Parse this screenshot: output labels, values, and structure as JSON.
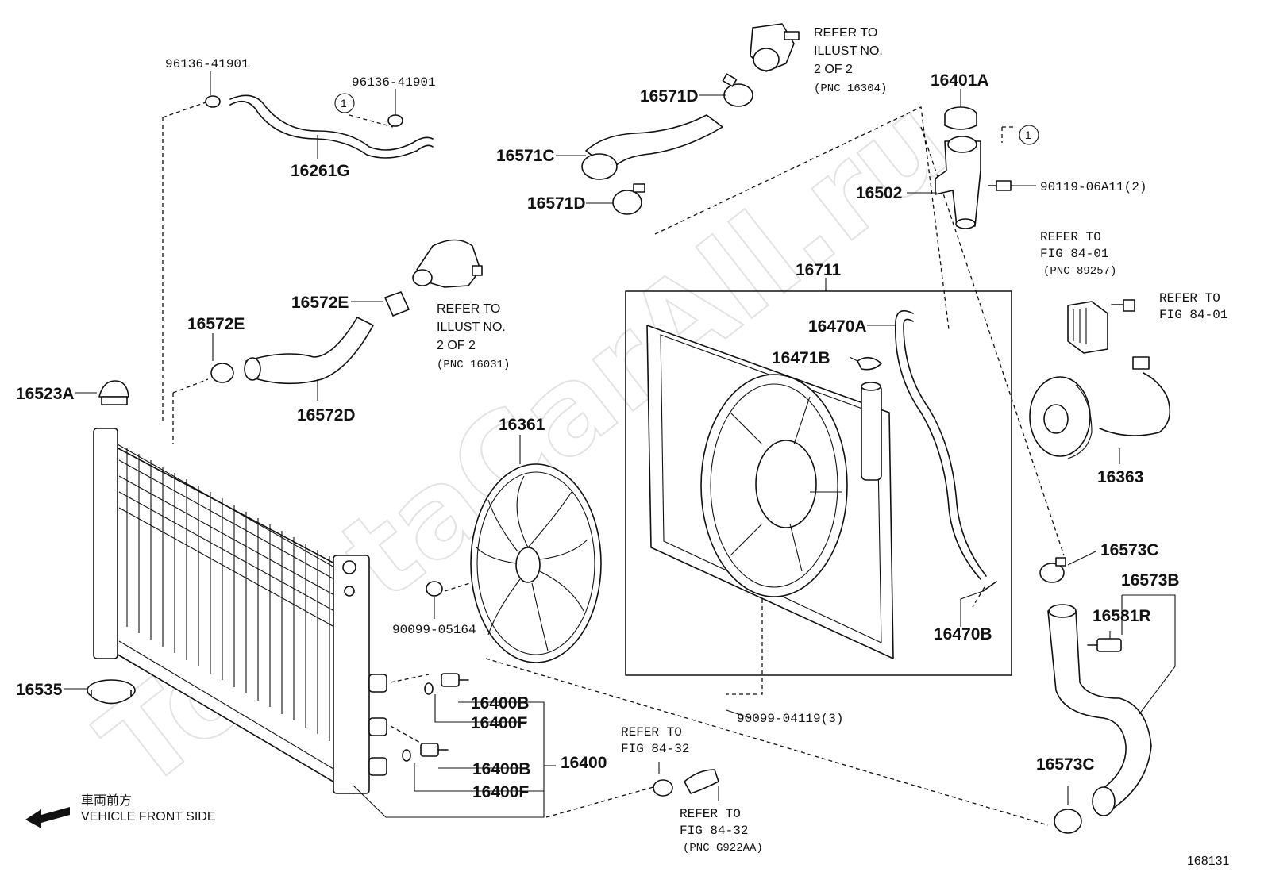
{
  "watermark": "ToyotaCarAll.ru",
  "figure_number": "168131",
  "ref_mark": "1",
  "labels": {
    "clip_a": "96136-41901",
    "clip_b": "96136-41901",
    "hose_16261G": "16261G",
    "clamp_16571D_top": "16571D",
    "hose_16571C": "16571C",
    "clamp_16571D_bottom": "16571D",
    "cap_16401A": "16401A",
    "inlet_16502": "16502",
    "bolt_90119": "90119-06A11(2)",
    "clamp_16572E_right": "16572E",
    "clamp_16572E_left": "16572E",
    "hose_16572D": "16572D",
    "cap_16523A": "16523A",
    "shroud_16711": "16711",
    "hose_16470A": "16470A",
    "clamp_16471B": "16471B",
    "fan_16361": "16361",
    "motor_16363": "16363",
    "nut_90099_05164": "90099-05164",
    "cushion_16535": "16535",
    "clamp_16573C_top": "16573C",
    "hose_16573B": "16573B",
    "drain_16581R": "16581R",
    "hose_16470B": "16470B",
    "plug_16400B_a": "16400B",
    "gasket_16400F_a": "16400F",
    "radiator_16400": "16400",
    "plug_16400B_b": "16400B",
    "gasket_16400F_b": "16400F",
    "bolt_90099_04119": "90099-04119(3)",
    "clamp_16573C_bottom": "16573C"
  },
  "refer_notes": {
    "illust_16304": [
      "REFER TO",
      "ILLUST NO.",
      "2 OF 2",
      "(PNC 16304)"
    ],
    "illust_16031": [
      "REFER TO",
      "ILLUST NO.",
      "2 OF 2",
      "(PNC 16031)"
    ],
    "fig_89257": [
      "REFER TO",
      "FIG 84-01",
      "(PNC 89257)"
    ],
    "fig_84_01": [
      "REFER TO",
      "FIG 84-01"
    ],
    "fig_84_32_a": [
      "REFER TO",
      "FIG 84-32"
    ],
    "fig_84_32_b": [
      "REFER TO",
      "FIG 84-32",
      "(PNC G922AA)"
    ]
  },
  "direction": {
    "jp": "車両前方",
    "en": "VEHICLE FRONT SIDE"
  }
}
